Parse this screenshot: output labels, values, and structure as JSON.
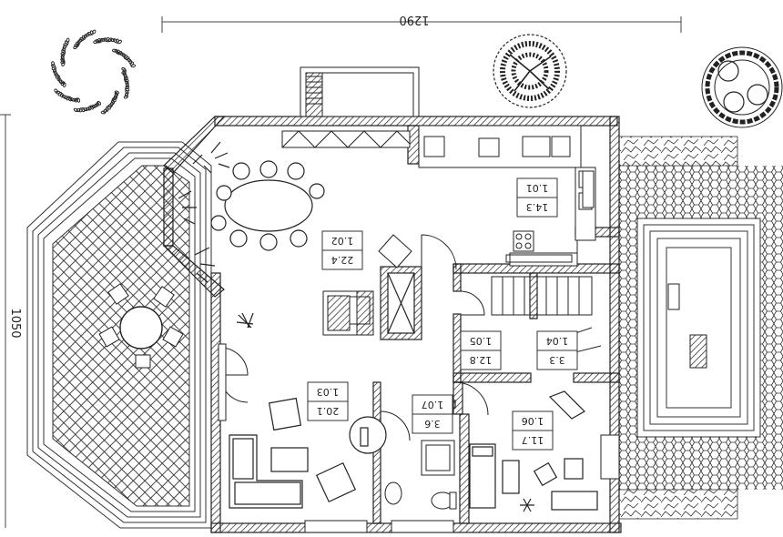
{
  "dimensions": {
    "width": "1290",
    "height": "1050"
  },
  "rooms": [
    {
      "id": "1.01",
      "area": "14.3"
    },
    {
      "id": "1.02",
      "area": "22.4"
    },
    {
      "id": "1.03",
      "area": "20.1"
    },
    {
      "id": "1.04",
      "area": "3.3"
    },
    {
      "id": "1.05",
      "area": "12.8"
    },
    {
      "id": "1.06",
      "area": "11.7"
    },
    {
      "id": "1.07",
      "area": "3.6"
    }
  ],
  "icons": [
    "tree-scatter-icon",
    "tree-dense-icon",
    "tree-round-icon",
    "plant-icon",
    "stove-icon",
    "fireplace-icon",
    "sink-icon",
    "toilet-icon",
    "shower-icon"
  ],
  "colors": {
    "line": "#222222",
    "paper": "#ffffff"
  }
}
